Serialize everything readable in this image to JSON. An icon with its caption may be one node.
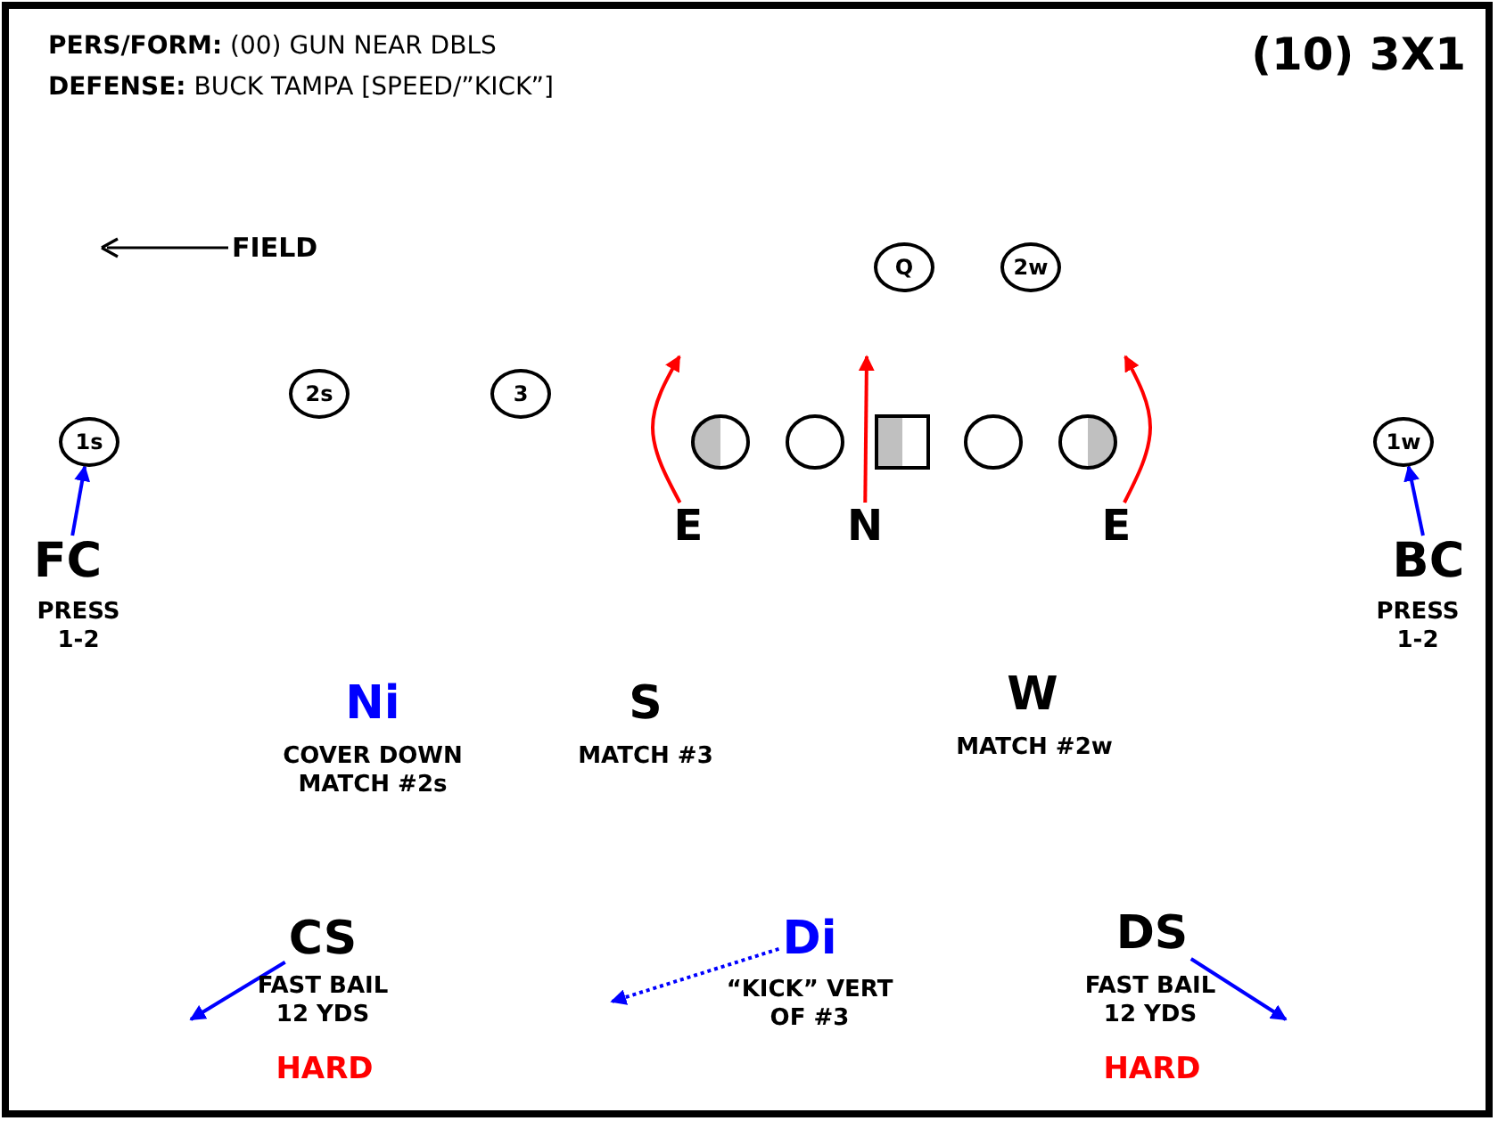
{
  "diagram": {
    "title": "(10) 3X1",
    "nodes": [
      {
        "text": [
          "Q"
        ]
      },
      {
        "text": [
          "2w"
        ]
      },
      {
        "text": [
          "2s"
        ]
      },
      {
        "text": [
          "3"
        ]
      },
      {
        "text": [
          "1s"
        ]
      },
      {
        "text": [],
        "shape": "circle"
      },
      {
        "text": [],
        "shape": "circle"
      },
      {
        "text": [],
        "shape": "box"
      },
      {
        "text": [],
        "shape": "circle"
      },
      {
        "text": [],
        "shape": "circle"
      },
      {
        "text": [
          "1w"
        ]
      },
      {
        "text": [
          "E"
        ]
      },
      {
        "text": [
          "N"
        ]
      },
      {
        "text": [
          "E"
        ]
      },
      {
        "text": [
          "FC"
        ],
        "beside": [
          "PRESS 1-2"
        ]
      },
      {
        "text": [
          "BC"
        ],
        "beside": [
          "PRESS 1-2"
        ]
      },
      {
        "text": [
          "Ni"
        ],
        "beside": [
          "COVER DOWN MATCH #2s"
        ]
      },
      {
        "text": [
          "S"
        ],
        "beside": [
          "MATCH #3"
        ]
      },
      {
        "text": [
          "W"
        ],
        "beside": [
          "MATCH #2w"
        ]
      },
      {
        "text": [
          "CS"
        ],
        "beside": [
          "FAST BAIL 12 YDS",
          "HARD"
        ]
      },
      {
        "text": [
          "Di"
        ],
        "beside": [
          "“KICK” VERT OF #3"
        ]
      },
      {
        "text": [
          "DS"
        ],
        "beside": [
          "FAST BAIL 12 YDS",
          "HARD"
        ]
      }
    ],
    "edges": [
      {
        "from": 14,
        "to": 4,
        "arrow": "to"
      },
      {
        "from": 15,
        "to": 10,
        "arrow": "to"
      },
      {
        "from": 11,
        "to": null,
        "arrow": "to",
        "color": "#ff0000"
      },
      {
        "from": 12,
        "to": null,
        "arrow": "to",
        "color": "#ff0000"
      },
      {
        "from": 13,
        "to": null,
        "arrow": "to",
        "color": "#ff0000"
      },
      {
        "from": 19,
        "to": null,
        "arrow": "to"
      },
      {
        "from": 20,
        "to": null,
        "arrow": "to",
        "style": "dashed"
      },
      {
        "from": 21,
        "to": null,
        "arrow": "to"
      }
    ],
    "labels": [
      "**PERS/FORM:** (00) GUN NEAR DBLS",
      "**DEFENSE:** BUCK TAMPA [SPEED/”KICK”]",
      "FIELD"
    ]
  }
}
